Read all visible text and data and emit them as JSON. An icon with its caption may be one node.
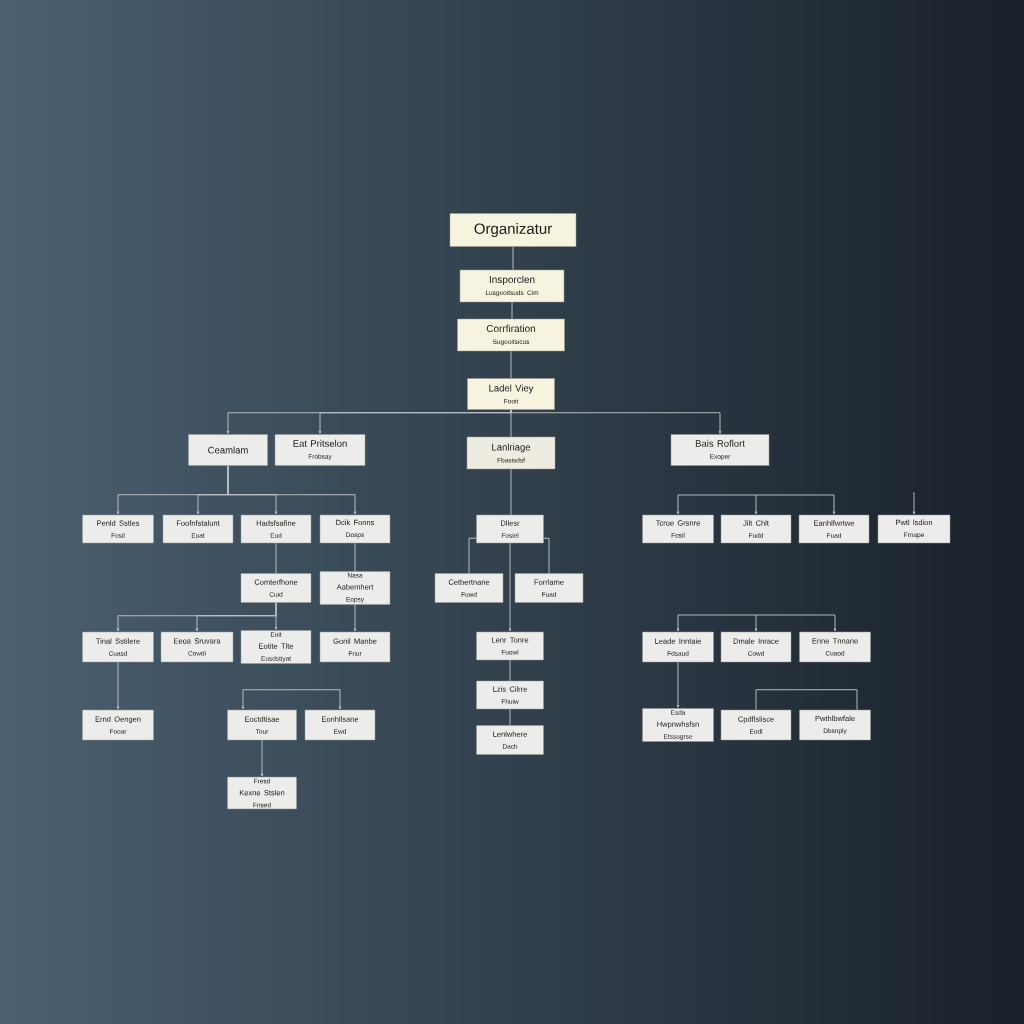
{
  "diagram": {
    "nodes": [
      {
        "text": [
          "Organizatur"
        ]
      },
      {
        "text": [
          "Insporclen",
          "Lusgeoitsuds Cim"
        ]
      },
      {
        "text": [
          "Corrfiration",
          "Sugeoitsicus"
        ]
      },
      {
        "text": [
          "Ladel Viey",
          "Fooit"
        ]
      },
      {
        "text": [
          "Ceamlam"
        ]
      },
      {
        "text": [
          "Eat Pritselon",
          "Frobsay"
        ]
      },
      {
        "text": [
          "Lanlriage",
          "Fbasisdsf"
        ]
      },
      {
        "text": [
          "Bais Roflort",
          "Exoper"
        ]
      },
      {
        "text": [
          "Penld Sstles",
          "Fosil"
        ]
      },
      {
        "text": [
          "Foofnfstalunt",
          "Euat"
        ]
      },
      {
        "text": [
          "Hadsfsafine",
          "Eud"
        ]
      },
      {
        "text": [
          "Dcik Fonns",
          "Dosps"
        ]
      },
      {
        "text": [
          "Dllesr",
          "Fosiel"
        ]
      },
      {
        "text": [
          "Tcroe Grsnre",
          "Fosil"
        ]
      },
      {
        "text": [
          "Jilt Chlt",
          "Fudd"
        ]
      },
      {
        "text": [
          "Eanhlfwrtwe",
          "Fuad"
        ]
      },
      {
        "text": [
          "Pwtl lsdion",
          "Frnape"
        ]
      },
      {
        "text": [
          "Comterfhone",
          "Cuid"
        ]
      },
      {
        "text": [
          "Nasa",
          "Aabemhert",
          "Eopsy"
        ]
      },
      {
        "text": [
          "Cetbertnane",
          "Fuwd"
        ]
      },
      {
        "text": [
          "Forrlame",
          "Fuad"
        ]
      },
      {
        "text": [
          "Tinal Sstilere",
          "Cuasd"
        ]
      },
      {
        "text": [
          "Eeoa Sruvara",
          "Cowdi"
        ]
      },
      {
        "text": [
          "Eoit",
          "Eotite Tlte",
          "Eusdstiyat"
        ]
      },
      {
        "text": [
          "Gonil Manbe",
          "Fnur"
        ]
      },
      {
        "text": [
          "Lenr Tonre",
          "Fuowl"
        ]
      },
      {
        "text": [
          "Leade Inntaie",
          "Fdsaud"
        ]
      },
      {
        "text": [
          "Dmale Inrace",
          "Cowd"
        ]
      },
      {
        "text": [
          "Enne Tnnane",
          "Cuaod"
        ]
      },
      {
        "text": [
          "Lzis Cilrre",
          "Fhuiw"
        ]
      },
      {
        "text": [
          "Ernd Oengen",
          "Fooar"
        ]
      },
      {
        "text": [
          "Eoctdtisae",
          "Tour"
        ]
      },
      {
        "text": [
          "Eonhllsane",
          "Ewd"
        ]
      },
      {
        "text": [
          "Lenlwhere",
          "Dach"
        ]
      },
      {
        "text": [
          "Esda",
          "Hwpnwhsfsn",
          "Etssugrse"
        ]
      },
      {
        "text": [
          "Cpdflslisce",
          "Eodl"
        ]
      },
      {
        "text": [
          "Pwthlbwfale",
          "Dbsnply"
        ]
      },
      {
        "text": [
          "Fresd",
          "Kexne Stslen",
          "Fnsed"
        ]
      }
    ],
    "edges": [
      {
        "from": 0,
        "to": 1,
        "arrow": "none"
      },
      {
        "from": 1,
        "to": 2,
        "arrow": "none"
      },
      {
        "from": 2,
        "to": 3,
        "arrow": "none"
      },
      {
        "from": 3,
        "to": 4,
        "arrow": "to"
      },
      {
        "from": 3,
        "to": 5,
        "arrow": "to"
      },
      {
        "from": 3,
        "to": 6,
        "arrow": "none"
      },
      {
        "from": 3,
        "to": 7,
        "arrow": "to"
      },
      {
        "from": 4,
        "to": 8,
        "arrow": "to"
      },
      {
        "from": 4,
        "to": 9,
        "arrow": "to"
      },
      {
        "from": 4,
        "to": 10,
        "arrow": "to"
      },
      {
        "from": 4,
        "to": 11,
        "arrow": "to"
      },
      {
        "from": 6,
        "to": 12,
        "arrow": "none"
      },
      {
        "from": null,
        "to": 13,
        "arrow": "to"
      },
      {
        "from": null,
        "to": 14,
        "arrow": "to"
      },
      {
        "from": null,
        "to": 15,
        "arrow": "to"
      },
      {
        "from": null,
        "to": 16,
        "arrow": "to"
      },
      {
        "from": 10,
        "to": 17,
        "arrow": "none"
      },
      {
        "from": 11,
        "to": 18,
        "arrow": "none"
      },
      {
        "from": 12,
        "to": 19,
        "arrow": "none"
      },
      {
        "from": 12,
        "to": 20,
        "arrow": "none"
      },
      {
        "from": 17,
        "to": 21,
        "arrow": "to"
      },
      {
        "from": 17,
        "to": 22,
        "arrow": "to"
      },
      {
        "from": 17,
        "to": 23,
        "arrow": "to"
      },
      {
        "from": 18,
        "to": 24,
        "arrow": "to"
      },
      {
        "from": 12,
        "to": 25,
        "arrow": "to"
      },
      {
        "from": null,
        "to": 26,
        "arrow": "to"
      },
      {
        "from": null,
        "to": 27,
        "arrow": "to"
      },
      {
        "from": null,
        "to": 28,
        "arrow": "to"
      },
      {
        "from": 25,
        "to": 29,
        "arrow": "none"
      },
      {
        "from": 21,
        "to": 30,
        "arrow": "to"
      },
      {
        "from": 31,
        "to": 32,
        "arrow": "both"
      },
      {
        "from": 31,
        "to": 37,
        "arrow": "to"
      },
      {
        "from": 29,
        "to": 33,
        "arrow": "none"
      },
      {
        "from": 26,
        "to": 34,
        "arrow": "to"
      },
      {
        "from": 35,
        "to": 36,
        "arrow": "none"
      }
    ]
  }
}
